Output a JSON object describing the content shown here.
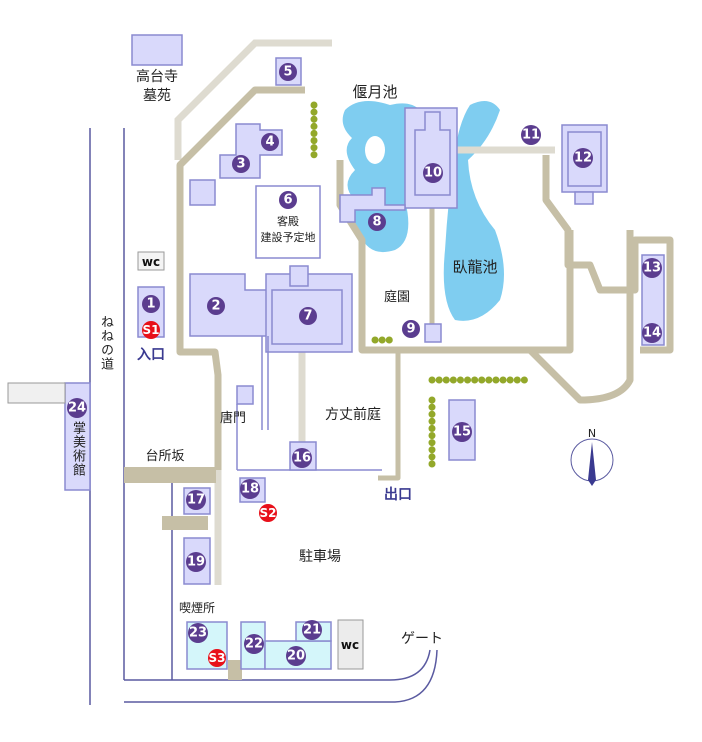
{
  "labels": {
    "cemetery_1": "高台寺",
    "cemetery_2": "墓苑",
    "engetsu_pond": "偃月池",
    "guest_hall_1": "客殿",
    "guest_hall_2": "建設予定地",
    "garyu_pond": "臥龍池",
    "garden": "庭園",
    "entrance": "入口",
    "nene_road": "ねねの道",
    "museum": "掌美術館",
    "karamon": "唐門",
    "hojo_garden": "方丈前庭",
    "daidokoro_zaka": "台所坂",
    "exit": "出口",
    "parking": "駐車場",
    "smoking_area": "喫煙所",
    "gate": "ゲート",
    "wc_1": "wc",
    "wc_2": "wc",
    "north": "N"
  },
  "markers": {
    "m1": "1",
    "m2": "2",
    "m3": "3",
    "m4": "4",
    "m5": "5",
    "m6": "6",
    "m7": "7",
    "m8": "8",
    "m9": "9",
    "m10": "10",
    "m11": "11",
    "m12": "12",
    "m13": "13",
    "m14": "14",
    "m15": "15",
    "m16": "16",
    "m17": "17",
    "m18": "18",
    "m19": "19",
    "m20": "20",
    "m21": "21",
    "m22": "22",
    "m23": "23",
    "m24": "24",
    "s1": "S1",
    "s2": "S2",
    "s3": "S3"
  },
  "colors": {
    "building": "#d9d9fb",
    "marker": "#5b3d8f",
    "spot": "#e8101a",
    "pond": "#7fcdf0",
    "path": "#c6bfa6",
    "hedge": "#93a82a"
  }
}
